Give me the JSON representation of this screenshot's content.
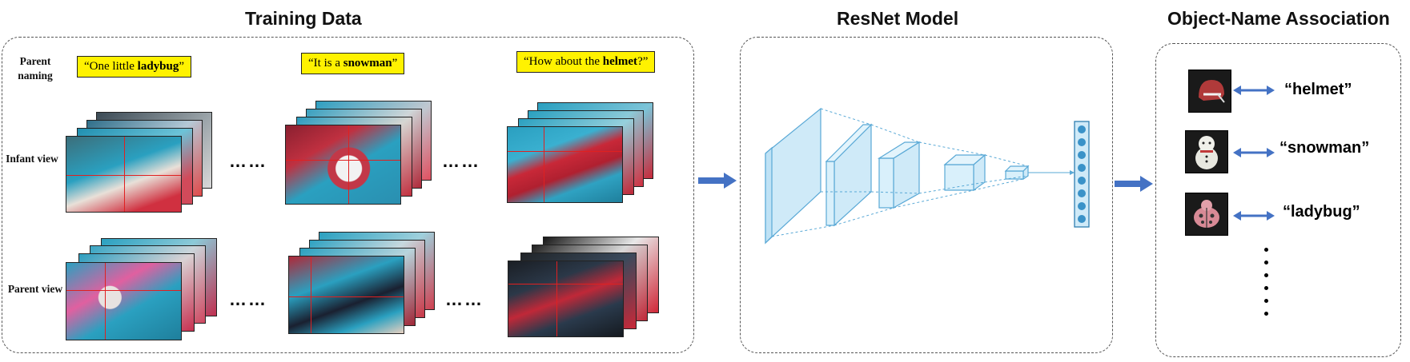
{
  "titles": {
    "training": "Training Data",
    "model": "ResNet Model",
    "association": "Object-Name Association"
  },
  "row_labels": {
    "parent_naming": "Parent naming",
    "infant_view": "Infant view",
    "parent_view": "Parent view"
  },
  "quotes": [
    {
      "before": "“One little ",
      "bold": "ladybug",
      "after": "”"
    },
    {
      "before": "“It is a ",
      "bold": "snowman",
      "after": "”"
    },
    {
      "before": "“How about the ",
      "bold": "helmet",
      "after": "?”"
    }
  ],
  "ellipsis": "……",
  "associations": [
    {
      "word": "“helmet”",
      "icon": "helmet-icon",
      "color": "#b03a3a"
    },
    {
      "word": "“snowman”",
      "icon": "snowman-icon",
      "color": "#e8e8e0"
    },
    {
      "word": "“ladybug”",
      "icon": "ladybug-icon",
      "color": "#d88a96"
    }
  ],
  "colors": {
    "arrow": "#4472c4",
    "layer_fill": "#cfeaf8",
    "layer_stroke": "#5aa9d6",
    "highlight": "#fff200"
  }
}
